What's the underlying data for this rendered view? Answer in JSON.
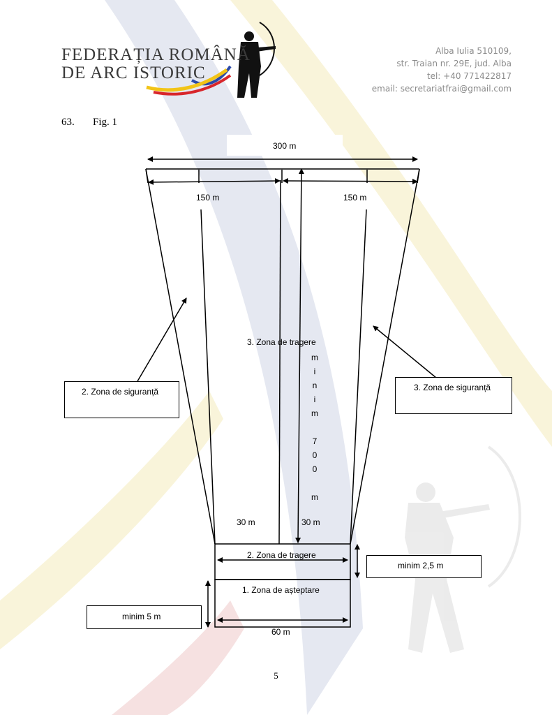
{
  "header": {
    "logo_line1": "FEDERAȚIA ROMÂNĂ",
    "logo_line2": "DE ARC ISTORIC",
    "address_line1": "Alba Iulia 510109,",
    "address_line2": "str. Traian nr. 29E, jud. Alba",
    "phone": "tel: +40 771422817",
    "email": "email: secretariatfrai@gmail.com"
  },
  "figure": {
    "number": "63.",
    "caption": "Fig. 1"
  },
  "diagram": {
    "width_total": "300 m",
    "half_left": "150 m",
    "half_right": "150 m",
    "shooting_zone_3": "3. Zona de tragere",
    "min_length_vertical": [
      "m",
      "i",
      "n",
      "i",
      "m",
      "7",
      "0",
      "0",
      "m"
    ],
    "offset_left": "30 m",
    "offset_right": "30 m",
    "shooting_line_2": "2. Zona de tragere",
    "waiting_zone_1": "1. Zona de așteptare",
    "bottom_width": "60 m",
    "safety_zone_left": "2. Zona de siguranță",
    "safety_zone_right": "3. Zona de siguranță",
    "min_depth_shooting": "minim 2,5 m",
    "min_depth_waiting": "minim 5 m"
  },
  "colors": {
    "stripe_blue": "#d9dcea",
    "stripe_yellow": "#f7f1cc",
    "stripe_red": "#f4d3d3",
    "logo_blue": "#2c4aa8",
    "logo_yellow": "#f2c417",
    "logo_red": "#d8262b"
  },
  "page": {
    "number": "5"
  }
}
